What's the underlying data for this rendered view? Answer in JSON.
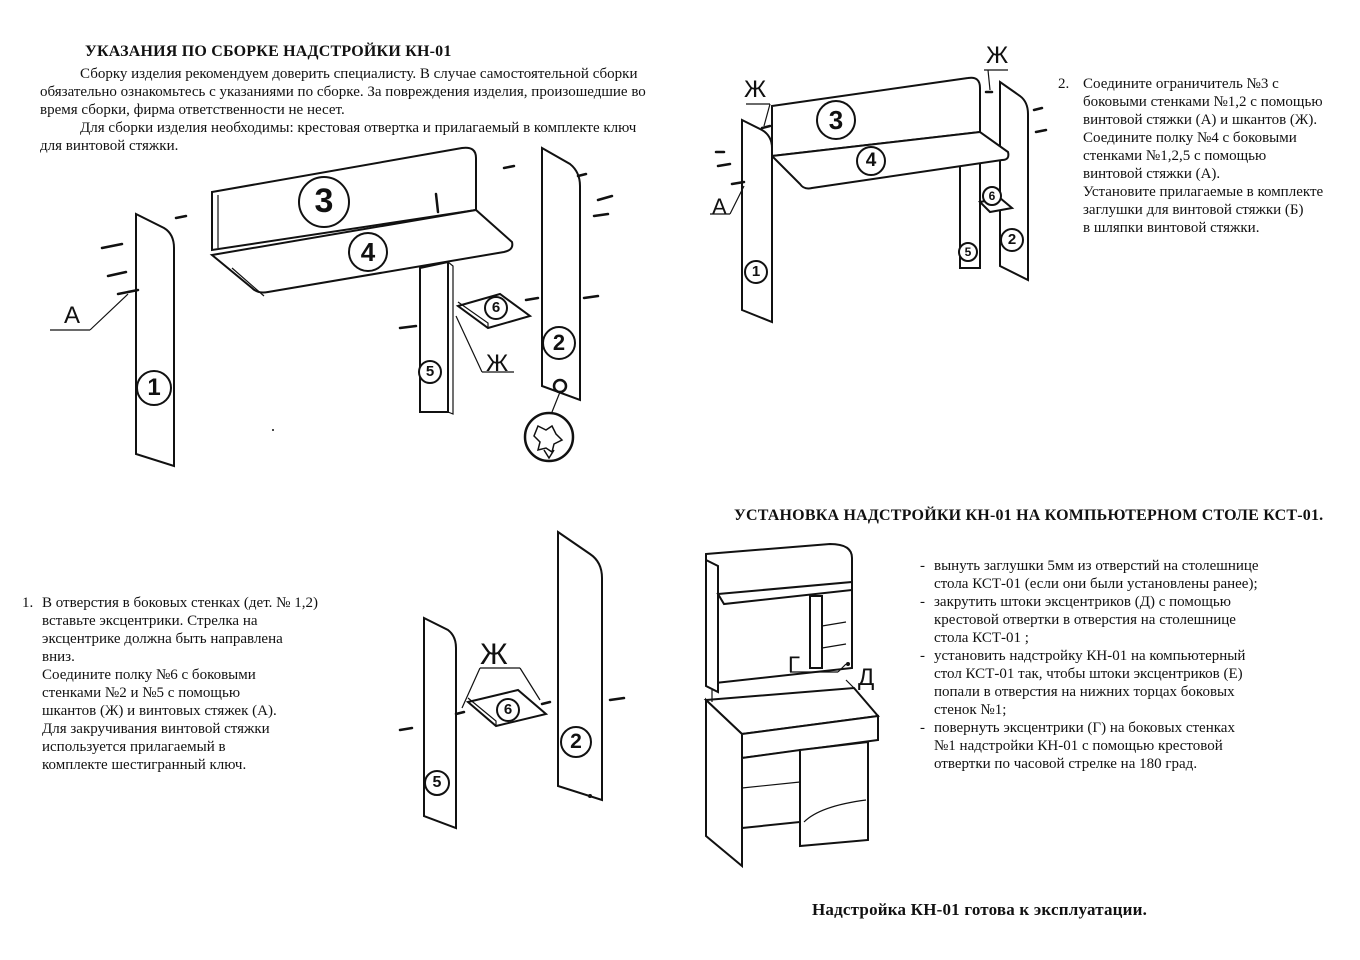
{
  "title_main": "УКАЗАНИЯ ПО СБОРКЕ НАДСТРОЙКИ КН-01",
  "intro": [
    "Сборку изделия рекомендуем доверить специалисту. В случае самостоятельной сборки обязательно ознакомьтесь с указаниями по сборке. За повреждения изделия, произошедшие во время сборки, фирма ответственности не несет.",
    "Для сборки изделия необходимы: крестовая отвертка и прилагаемый в комплекте ключ для винтовой стяжки."
  ],
  "step1": {
    "number": "1.",
    "lines": [
      "В отверстия в боковых стенках (дет. № 1,2)",
      "вставьте  эксцентрики. Стрелка на",
      "эксцентрике должна  быть направлена",
      "вниз.",
      "Соедините полку №6 с боковыми",
      "стенками №2 и №5 с помощью",
      "шкантов (Ж) и винтовых стяжек (А).",
      "Для закручивания винтовой стяжки",
      "используется прилагаемый в",
      "комплекте шестигранный ключ."
    ]
  },
  "step2": {
    "number": "2.",
    "lines": [
      "Соедините ограничитель №3 с",
      "боковыми стенками №1,2 с помощью",
      "винтовой стяжки (А)  и шкантов (Ж).",
      "Соедините полку №4 с боковыми",
      "стенками №1,2,5 с помощью",
      "винтовой стяжки (А).",
      "Установите прилагаемые в комплекте",
      "заглушки для винтовой стяжки (Б)",
      "в шляпки винтовой стяжки."
    ]
  },
  "title_install": "УСТАНОВКА НАДСТРОЙКИ КН-01 НА КОМПЬЮТЕРНОМ СТОЛЕ КСТ-01.",
  "install_items": [
    [
      "вынуть заглушки 5мм из отверстий на столешнице",
      "стола КСТ-01 (если они были установлены ранее);"
    ],
    [
      "закрутить штоки эксцентриков (Д) с помощью",
      "крестовой отвертки в отверстия на столешнице",
      "стола КСТ-01 ;"
    ],
    [
      "установить надстройку КН-01 на компьютерный",
      "стол КСТ-01 так, чтобы штоки  эксцентриков (Е)",
      "попали в отверстия на нижних торцах боковых",
      "стенок №1;"
    ],
    [
      "повернуть эксцентрики (Г) на боковых стенках",
      "№1 надстройки КН-01 с помощью    крестовой",
      "отвертки по часовой стрелке на 180 град."
    ]
  ],
  "final_note": "Надстройка КН-01 готова к эксплуатации.",
  "labels": {
    "a": "А",
    "zh": "Ж",
    "g": "Г",
    "d": "Д"
  },
  "parts": [
    "1",
    "2",
    "3",
    "4",
    "5",
    "6"
  ]
}
